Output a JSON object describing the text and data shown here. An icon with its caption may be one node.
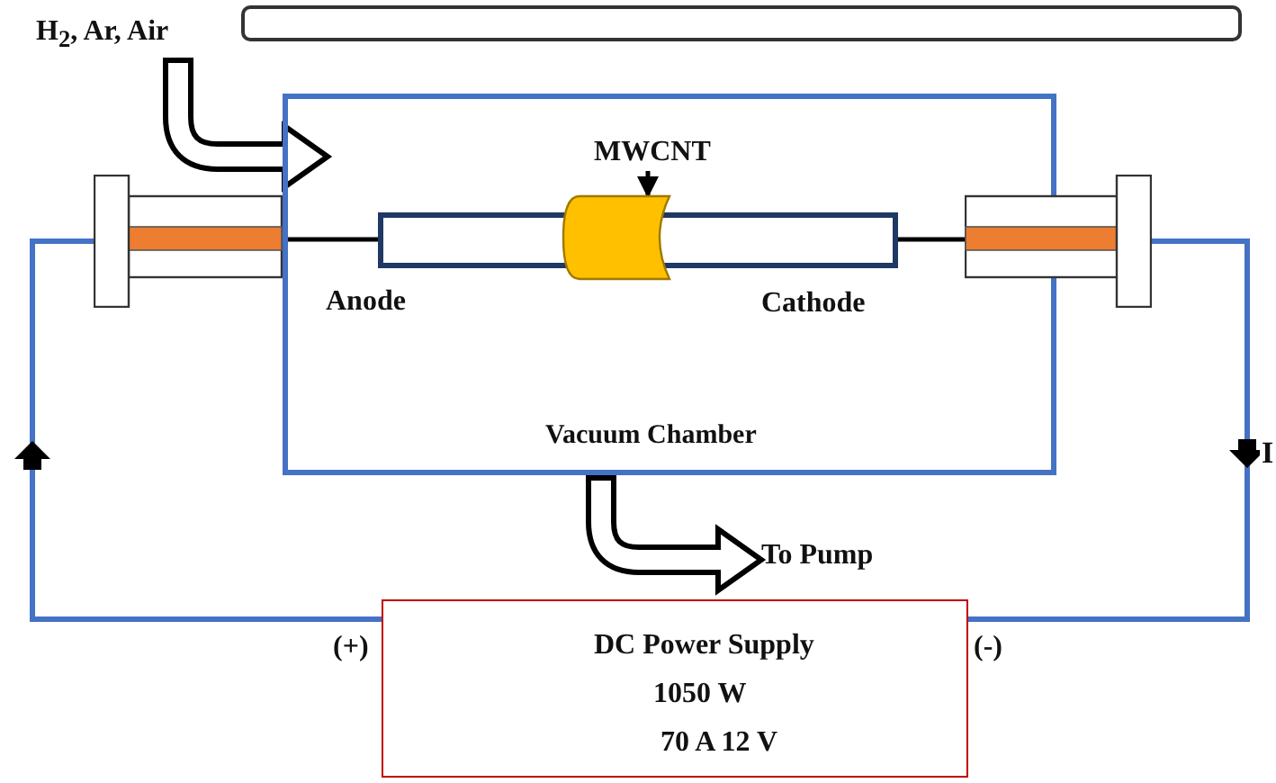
{
  "diagram": {
    "nodes": [
      {
        "text": [
          "Vacuum Chamber"
        ]
      },
      {
        "text": [
          "MWCNT"
        ],
        "in": 0
      },
      {
        "text": [],
        "shape": "cylinder",
        "in": 0
      },
      {
        "text": [
          "H$_{2}$, Ar, Air"
        ]
      },
      {
        "text": [],
        "shape": "box"
      },
      {
        "text": [],
        "shape": "box"
      },
      {
        "text": [
          "To Pump"
        ]
      },
      {
        "text": [
          "DC Power Supply",
          "1050 W",
          "70 A  12 V"
        ],
        "beside": [
          "(+)",
          "(-)"
        ]
      },
      {
        "text": [],
        "shape": "box"
      },
      {
        "text": [],
        "shape": "bar",
        "in": 0,
        "beside": [
          "Anode",
          "Cathode"
        ]
      }
    ],
    "edges": [
      {
        "from": 3,
        "to": 0,
        "arrow": "to",
        "style": "thick"
      },
      {
        "from": 0,
        "to": 6,
        "arrow": "to",
        "style": "thick"
      },
      {
        "from": 1,
        "to": 2,
        "arrow": "to"
      },
      {
        "from": 7,
        "to": 4,
        "arrow": "to",
        "color": "#4472c4"
      },
      {
        "from": 5,
        "to": 7,
        "arrow": "to",
        "color": "#4472c4",
        "label": "I"
      },
      {
        "from": 4,
        "to": 9,
        "arrow": "none"
      },
      {
        "from": 9,
        "to": 5,
        "arrow": "none"
      }
    ]
  }
}
